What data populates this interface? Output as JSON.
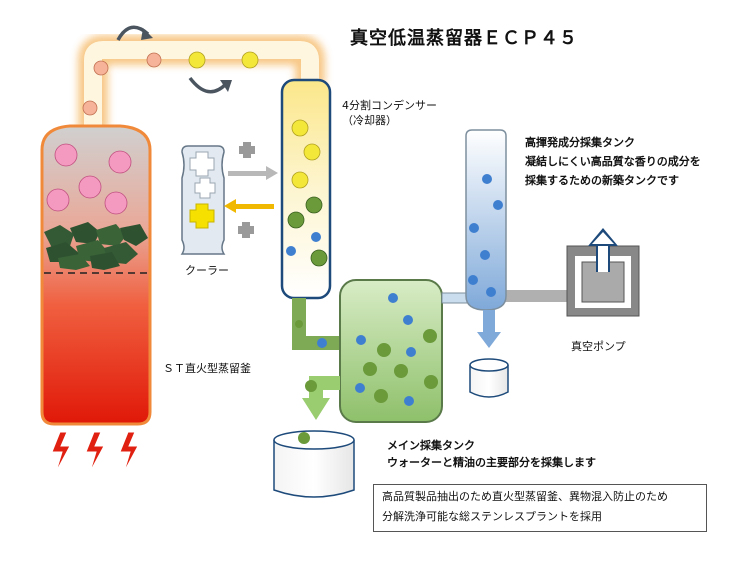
{
  "diagram": {
    "title": "真空低温蒸留器ＥＣＰ４５",
    "condenser_label_1": "4分割コンデンサー",
    "condenser_label_2": "（冷却器）",
    "cooler_label": "クーラー",
    "still_label": "ＳＴ直火型蒸留釜",
    "high_tank_line_1": "高揮発成分採集タンク",
    "high_tank_line_2": "凝結しにくい高品質な香りの成分を",
    "high_tank_line_3": "採集するための新築タンクです",
    "pump_label": "真空ポンプ",
    "main_tank_line_1": "メイン採集タンク",
    "main_tank_line_2": "ウォーターと精油の主要部分を採集します",
    "note_line_1": "高品質製品抽出のため直火型蒸留釜、異物混入防止のため",
    "note_line_2": "分解洗浄可能な総ステンレスプラントを採用",
    "colors": {
      "still_top": "#c8c8c8",
      "still_bottom": "#e02010",
      "still_border": "#f08a3a",
      "condenser_border": "#1d4a7a",
      "tank_green": "#9ccc7a",
      "tank_blue": "#8fb6e0",
      "smiley_pink": "#f49ac0",
      "smiley_yellow": "#f3e83a",
      "smiley_green": "#6a9a3a",
      "smiley_blue": "#3f7fd0",
      "fire": "#e02010"
    }
  }
}
